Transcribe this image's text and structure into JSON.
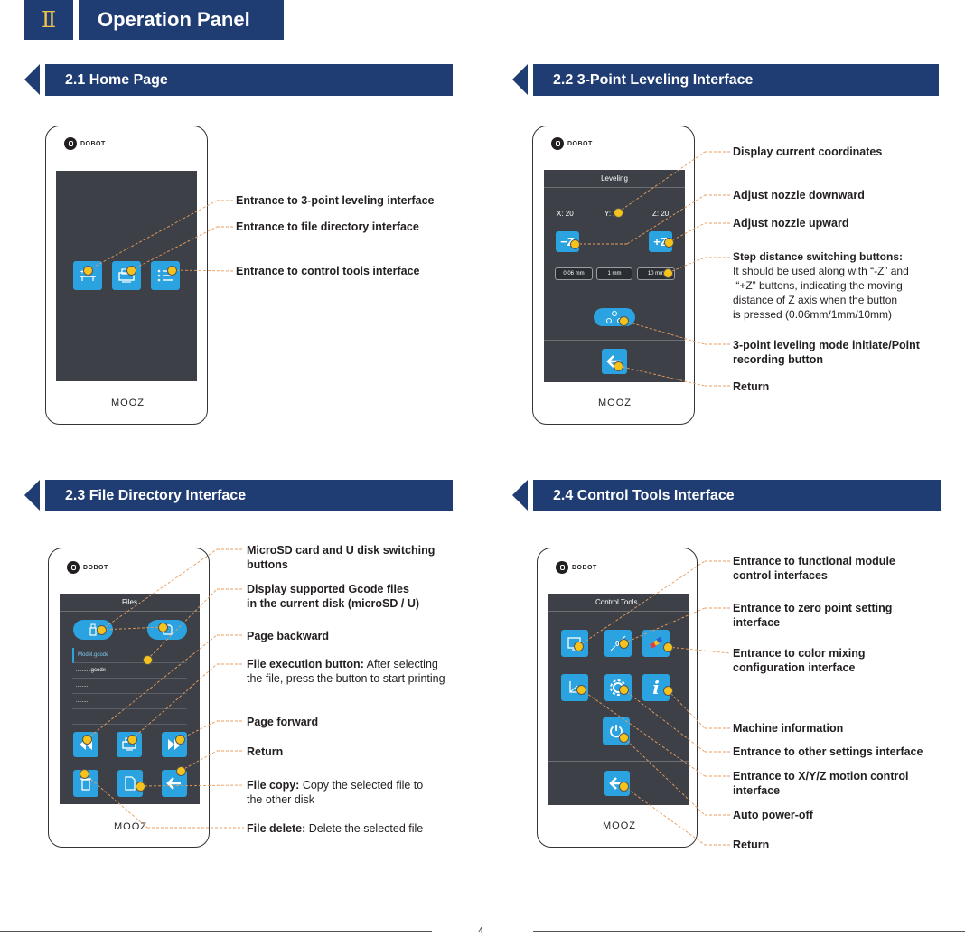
{
  "chapter": {
    "number": "Ⅱ",
    "title": "Operation Panel"
  },
  "device_brand": "MOOZ",
  "logo_text": "DOBOT",
  "sections": {
    "home": {
      "heading": "2.1 Home Page",
      "callouts": [
        {
          "bold": "Entrance to 3-point leveling interface",
          "text": ""
        },
        {
          "bold": "Entrance to file directory interface",
          "text": ""
        },
        {
          "bold": "Entrance to control tools interface",
          "text": ""
        }
      ]
    },
    "leveling": {
      "heading": "2.2 3-Point Leveling Interface",
      "screen_title": "Leveling",
      "coords": {
        "x": "X: 20",
        "y": "Y: 20",
        "z": "Z: 20"
      },
      "minus_z": "−Z",
      "plus_z": "+Z",
      "steps": [
        "0.06 mm",
        "1 mm",
        "10 mm"
      ],
      "callouts": [
        {
          "bold": "Display current coordinates",
          "text": ""
        },
        {
          "bold": "Adjust nozzle downward",
          "text": ""
        },
        {
          "bold": "Adjust nozzle upward",
          "text": ""
        },
        {
          "bold": "Step distance switching buttons:",
          "lines": [
            "It should be used along with “-Z” and",
            " “+Z” buttons, indicating the moving",
            "distance of Z axis when the button",
            "is pressed (0.06mm/1mm/10mm)"
          ]
        },
        {
          "bold": "3-point leveling mode initiate/Point",
          "bold2": "recording button"
        },
        {
          "bold": "Return",
          "text": ""
        }
      ]
    },
    "files": {
      "heading": "2.3 File Directory Interface",
      "screen_title": "Files",
      "file_rows": [
        "Model.gcode",
        "........ .gcode",
        "........",
        "........",
        "........"
      ],
      "callouts": [
        {
          "bold": "MicroSD card and U disk switching",
          "bold2": "buttons"
        },
        {
          "bold": "Display supported Gcode files",
          "bold2": "in the current disk (microSD / U)"
        },
        {
          "bold": "Page backward",
          "text": ""
        },
        {
          "bold": "File execution button:",
          "text": " After selecting",
          "line2": "the file, press the button to start printing"
        },
        {
          "bold": "Page forward",
          "text": ""
        },
        {
          "bold": "Return",
          "text": ""
        },
        {
          "bold": "File copy:",
          "text": " Copy the selected file to",
          "line2": "the other disk"
        },
        {
          "bold": "File delete:",
          "text": " Delete the selected file"
        }
      ]
    },
    "tools": {
      "heading": "2.4 Control Tools Interface",
      "screen_title": "Control Tools",
      "callouts": [
        {
          "bold": "Entrance to functional module",
          "bold2": "control interfaces"
        },
        {
          "bold": "Entrance to zero point setting",
          "bold2": "interface"
        },
        {
          "bold": "Entrance to color mixing",
          "bold2": "configuration interface"
        },
        {
          "bold": "Machine information",
          "text": ""
        },
        {
          "bold": "Entrance to other settings interface",
          "text": ""
        },
        {
          "bold": "Entrance to X/Y/Z motion control",
          "bold2": "interface"
        },
        {
          "bold": "Auto power-off",
          "text": ""
        },
        {
          "bold": "Return",
          "text": ""
        }
      ]
    }
  },
  "page_number": "4",
  "colors": {
    "navy": "#1f3c73",
    "accent_blue": "#2aa3e0",
    "screen": "#3d4147",
    "dot": "#f6c21c",
    "leader": "#e89c5c"
  }
}
